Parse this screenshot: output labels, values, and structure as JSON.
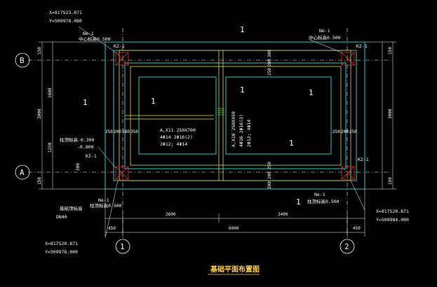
{
  "colors": {
    "background": "#000000",
    "cyan": "#35c8c8",
    "yellow": "#e0e04a",
    "white": "#ffffff",
    "red": "#e03030",
    "green": "#40d040",
    "title": "#ffd24d"
  },
  "title": "基础平面布置图",
  "grid_axes": {
    "a": "A",
    "b": "B",
    "one": "1",
    "two": "2"
  },
  "coords": {
    "top_left_x": "X=817523.871",
    "top_left_y": "Y=509978.080",
    "bottom_left_x": "X=817520.871",
    "bottom_left_y": "Y=509978.000",
    "bottom_right_x": "X=817520.871",
    "bottom_right_y": "Y=509984.000"
  },
  "labels": {
    "ne1": "Ne-1",
    "kz1": "KZ-1",
    "anchor_elev": "中心标高0.500",
    "anchor_elev_b": "柱顶标高0.500",
    "left_note1": "柱顶标高-0.300",
    "left_note2": "-0.800",
    "left_note3": "基础顶标高",
    "dn": "DN40",
    "beam1_a": "A,X11 250X700",
    "beam1_b": "4Φ14 2Φ16(2)",
    "beam1_c": "2Φ12; 4Φ14",
    "beam2_a": "A,X10 250X450",
    "beam2_b": "4Φ16 2Φ16(2)",
    "beam2_c": "2Φ12; 4Φ14"
  },
  "slab_marks": [
    "1",
    "1",
    "1",
    "1",
    "1",
    "1",
    "1"
  ],
  "dims": {
    "top_left_150": "150",
    "top_left_1600": "1600",
    "top_left_3000": "3000",
    "left_1250": "1250",
    "left_300": "300",
    "left_150": "150",
    "right_150": "150",
    "right_3000": "3000",
    "d_250": "250",
    "d_200": "200",
    "d_280": "280",
    "d_300": "300",
    "d_350": "350",
    "d_150": "150",
    "bot_2600": "2600",
    "bot_3400": "3400",
    "bot_6000": "6000",
    "bot_450_l": "450",
    "bot_450_r": "450"
  }
}
